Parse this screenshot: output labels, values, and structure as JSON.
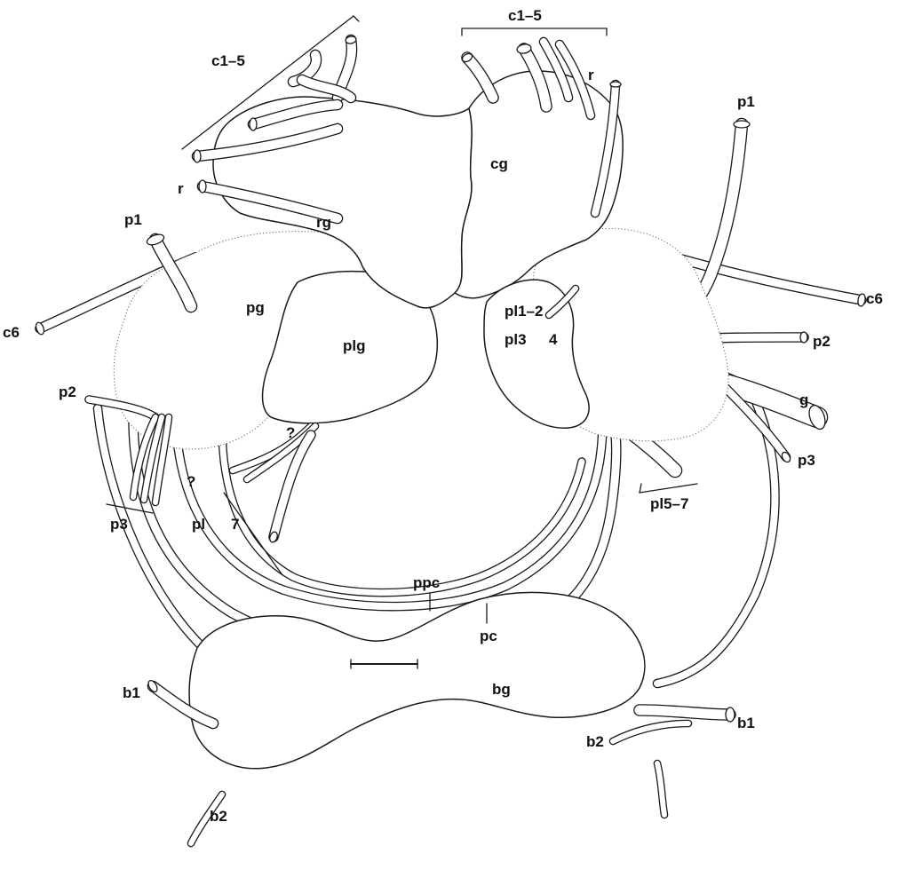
{
  "labels": {
    "c1_5_left": "c1–5",
    "c1_5_right": "c1–5",
    "r_left": "r",
    "r_right": "r",
    "cg": "cg",
    "rg": "rg",
    "p1_left": "p1",
    "p1_right": "p1",
    "c6_left": "c6",
    "c6_right": "c6",
    "pg": "pg",
    "plg": "plg",
    "pl1_2": "pl1–2",
    "pl3": "pl3",
    "four": "4",
    "p2_left": "p2",
    "p2_right": "p2",
    "g": "g",
    "p3_left": "p3",
    "p3_right": "p3",
    "q_upper": "?",
    "q_lower": "?",
    "pl": "pl",
    "seven": "7",
    "pl5_7": "pl5–7",
    "ppc": "ppc",
    "pc": "pc",
    "b1_left": "b1",
    "b1_right": "b1",
    "bg": "bg",
    "b2_left": "b2",
    "b2_right": "b2"
  },
  "colors": {
    "ink": "#1a1a1a",
    "paper": "#ffffff",
    "stipple": "#6e6e6e"
  }
}
